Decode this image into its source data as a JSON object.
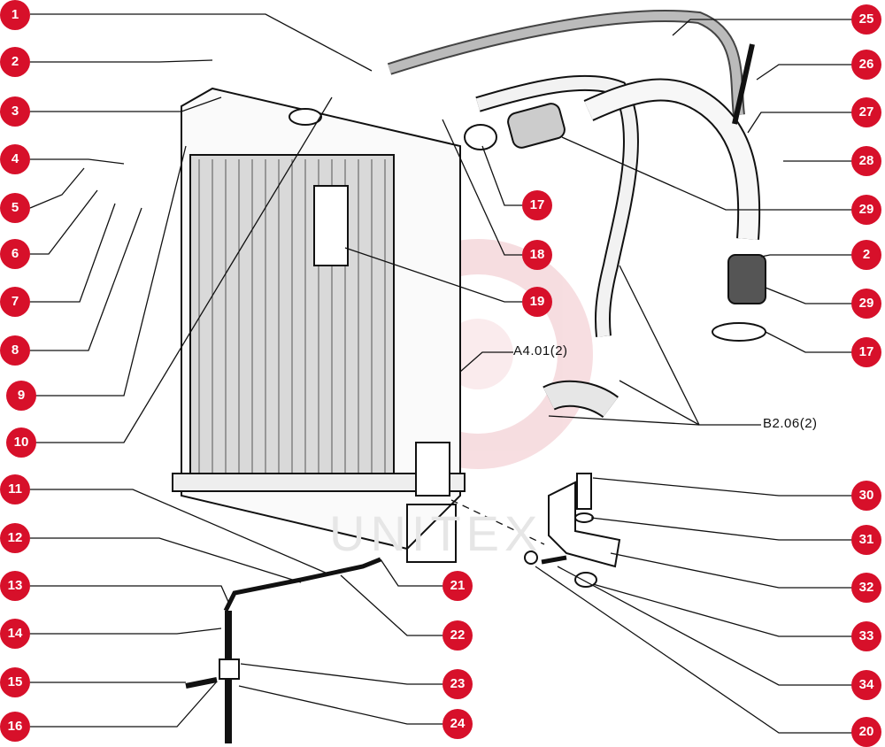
{
  "diagram": {
    "watermark_text": "UNITEX",
    "reference_labels": [
      "A4.01(2)",
      "B2.06(2)"
    ],
    "callouts": {
      "left": [
        "1",
        "2",
        "3",
        "4",
        "5",
        "6",
        "7",
        "8",
        "9",
        "10",
        "11",
        "12",
        "13",
        "14",
        "15",
        "16"
      ],
      "right": [
        "25",
        "26",
        "27",
        "28",
        "29",
        "2",
        "29",
        "17",
        "30",
        "31",
        "32",
        "33",
        "34",
        "20",
        "21",
        "22",
        "23",
        "24"
      ],
      "center": [
        "17",
        "18",
        "19"
      ]
    },
    "colors": {
      "badge": "#d7102a",
      "line": "#111111",
      "watermark": "#f3c7cc"
    }
  }
}
